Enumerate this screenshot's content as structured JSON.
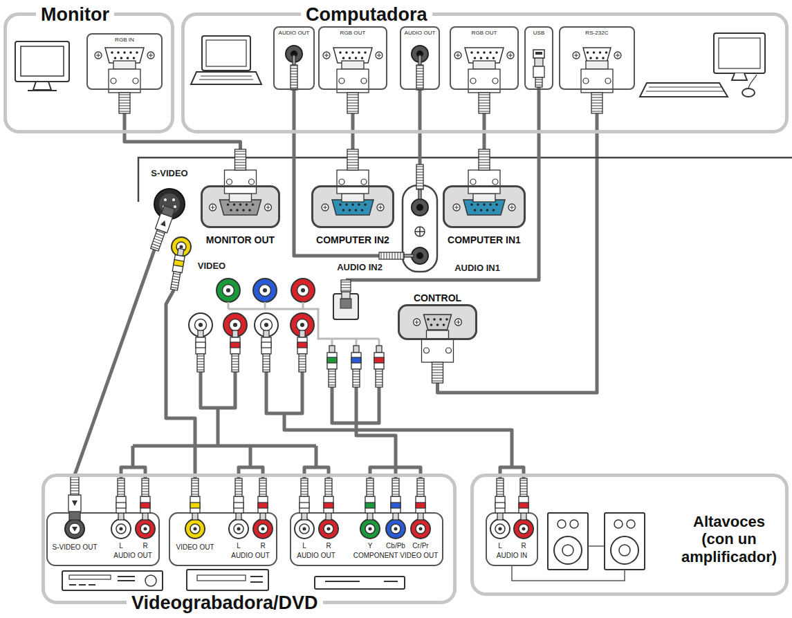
{
  "diagram": {
    "nodes": [
      {
        "text": [
          "Monitor"
        ]
      },
      {
        "text": [
          "RGB IN"
        ],
        "in": 0
      },
      {
        "text": [
          "Computadora"
        ]
      },
      {
        "text": [
          "AUDIO OUT"
        ],
        "in": 2
      },
      {
        "text": [
          "RGB OUT"
        ],
        "in": 2
      },
      {
        "text": [
          "AUDIO OUT"
        ],
        "in": 2
      },
      {
        "text": [
          "RGB OUT"
        ],
        "in": 2
      },
      {
        "text": [
          "USB"
        ],
        "in": 2
      },
      {
        "text": [
          "RS-232C"
        ],
        "in": 2
      },
      {
        "text": [
          "MONITOR OUT"
        ]
      },
      {
        "text": [
          "COMPUTER IN2"
        ]
      },
      {
        "text": [
          "COMPUTER IN1"
        ]
      },
      {
        "text": [
          "CONTROL"
        ]
      },
      {
        "text": [
          "Videograbadora/DVD"
        ]
      },
      {
        "text": [
          "Altavoces (con un amplificador)"
        ]
      }
    ],
    "edges": [
      {
        "from": 1,
        "to": 9,
        "arrow": "none"
      },
      {
        "from": 4,
        "to": 10,
        "arrow": "none"
      },
      {
        "from": 6,
        "to": 11,
        "arrow": "none"
      },
      {
        "from": 8,
        "to": 12,
        "arrow": "none"
      }
    ],
    "labels": [
      "S-VIDEO",
      "VIDEO",
      "AUDIO IN2",
      "AUDIO IN1",
      "S-VIDEO OUT",
      "L",
      "R",
      "AUDIO OUT",
      "VIDEO OUT",
      "L",
      "R",
      "AUDIO OUT",
      "L",
      "R",
      "AUDIO OUT",
      "Y",
      "Cb/Pb",
      "Cr/Pr",
      "COMPONENT VIDEO OUT",
      "L",
      "R",
      "AUDIO IN"
    ]
  }
}
